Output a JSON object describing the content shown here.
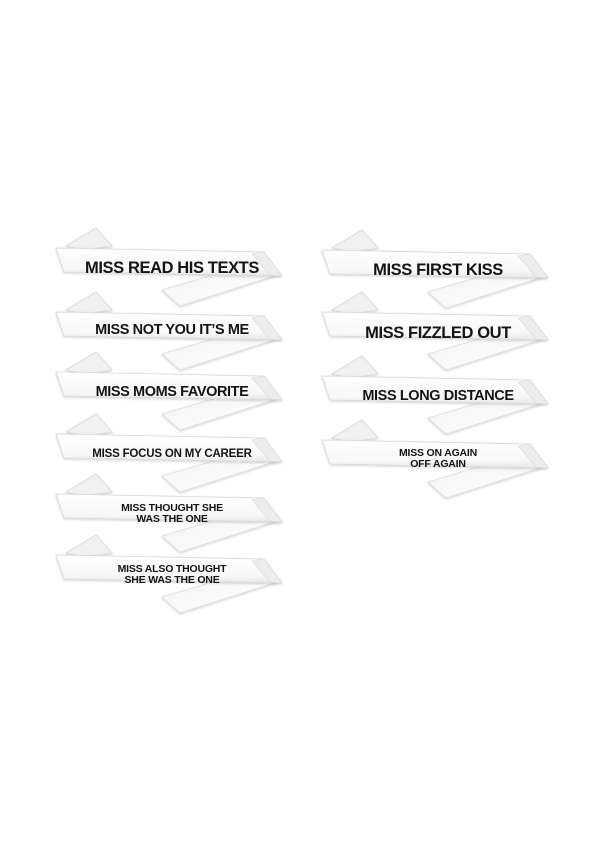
{
  "sashes": {
    "left": [
      {
        "text": "MISS READ HIS TEXTS"
      },
      {
        "text": "MISS NOT YOU IT’S ME"
      },
      {
        "text": "MISS MOMS FAVORITE"
      },
      {
        "text": "MISS FOCUS ON MY CAREER"
      },
      {
        "text": "MISS THOUGHT SHE\nWAS THE ONE"
      },
      {
        "text": "MISS ALSO THOUGHT\nSHE WAS THE ONE"
      }
    ],
    "right": [
      {
        "text": "MISS FIRST KISS"
      },
      {
        "text": "MISS FIZZLED OUT"
      },
      {
        "text": "MISS LONG DISTANCE"
      },
      {
        "text": "MISS ON AGAIN\nOFF AGAIN"
      }
    ]
  }
}
